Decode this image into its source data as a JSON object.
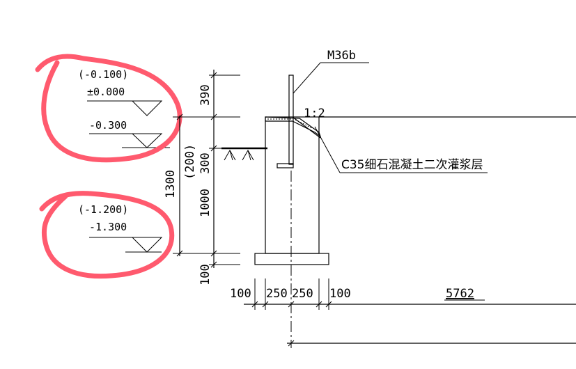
{
  "elevations": {
    "group_top": [
      "(-0.100)",
      "±0.000",
      "-0.300"
    ],
    "group_bottom": [
      "(-1.200)",
      "-1.300"
    ]
  },
  "callouts": {
    "anchor": "M36b",
    "grout": "C35细石混凝土二次灌浆层",
    "slope": "1:2"
  },
  "dimensions": {
    "vertical": {
      "d390": "390",
      "d1300": "1300",
      "d200": "(200)",
      "d300": "300",
      "d1000": "1000",
      "d100": "100"
    },
    "horizontal": {
      "h100a": "100",
      "h250a": "250",
      "h250b": "250",
      "h100b": "100",
      "span": "5762"
    }
  },
  "colors": {
    "annotation": "#ff5a6e",
    "line": "#000000"
  }
}
